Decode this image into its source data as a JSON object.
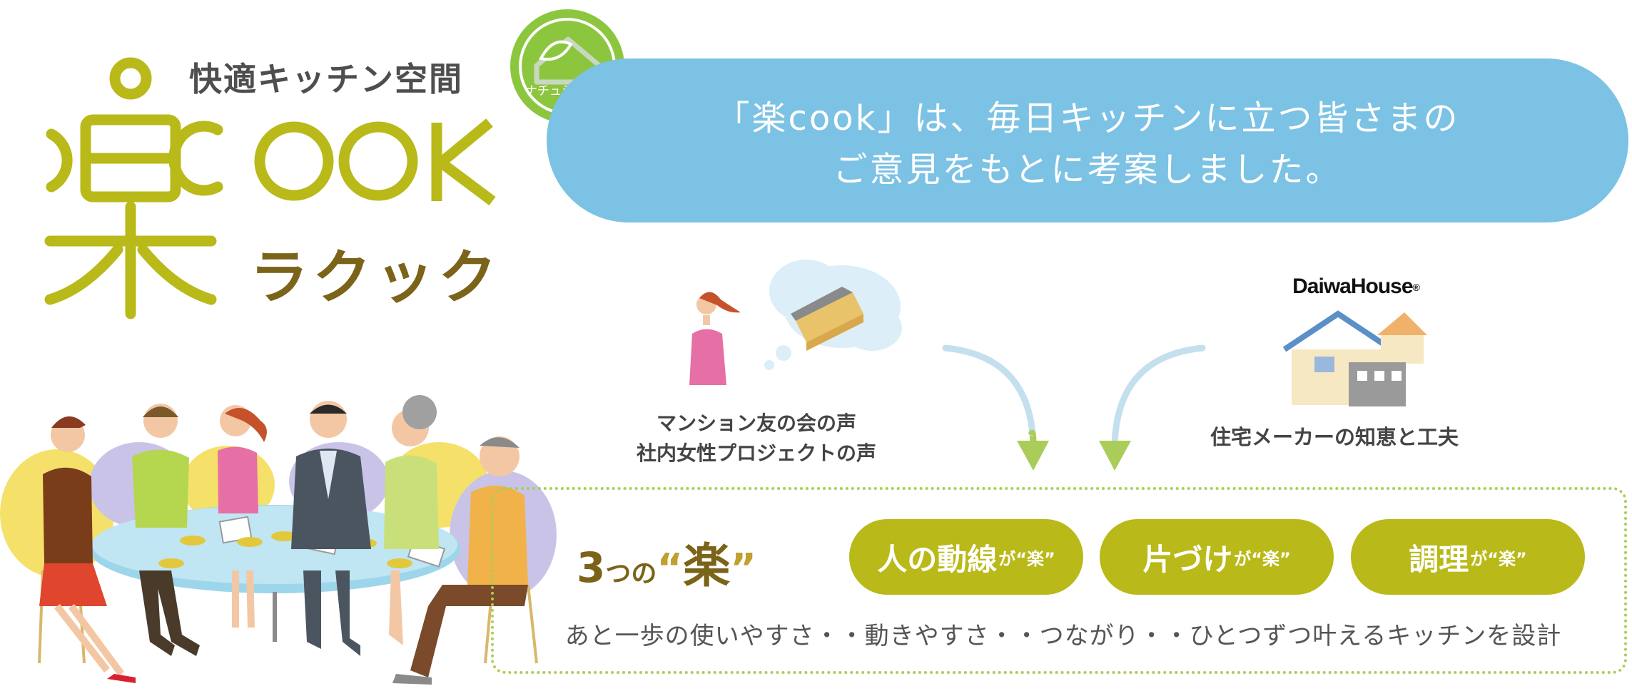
{
  "brand": {
    "tagline": "快適キッチン空間",
    "logo_kana": "ラクック",
    "logo_mark": "楽COOK",
    "badge_label": "ナチュラルアイ",
    "badge_icon": "house-leaf-icon"
  },
  "bubble": {
    "line1": "「楽cook」は、毎日キッチンに立つ皆さまの",
    "line2": "ご意見をもとに考案しました。"
  },
  "sources": {
    "voice_line1": "マンション友の会の声",
    "voice_line2": "社内女性プロジェクトの声",
    "maker_logo_text": "DaiwaHouse",
    "maker_logo_reg": "®",
    "maker_caption": "住宅メーカーの知恵と工夫"
  },
  "features": {
    "heading_num": "3",
    "heading_small": "つの",
    "heading_open": "“",
    "heading_main": "楽",
    "heading_close": "”",
    "items": [
      {
        "label": "人の動線",
        "suffix_ga": "が",
        "suffix_raku": "“楽”"
      },
      {
        "label": "片づけ",
        "suffix_ga": "が",
        "suffix_raku": "“楽”"
      },
      {
        "label": "調理",
        "suffix_ga": "が",
        "suffix_raku": "“楽”"
      }
    ],
    "summary": "あと一歩の使いやすさ・・動きやすさ・・つながり・・ひとつずつ叶えるキッチンを設計"
  },
  "colors": {
    "olive": "#b9b919",
    "brown": "#7b6419",
    "sky": "#7cc2e4",
    "leaf_green": "#8cc63f",
    "dotted_border": "#a8cf55"
  }
}
